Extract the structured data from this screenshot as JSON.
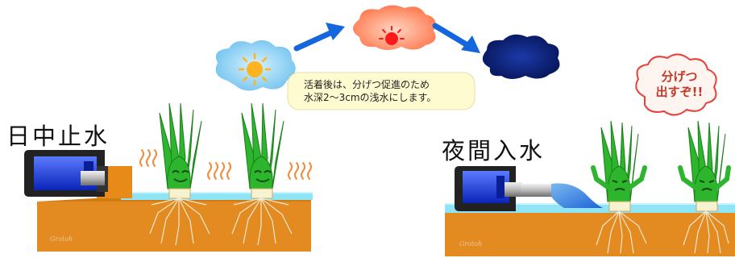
{
  "left_panel": {
    "title": "日中止水",
    "signature": "Grotoh"
  },
  "right_panel": {
    "title": "夜間入水",
    "signature": "Grotoh",
    "bubble": [
      "分げつ",
      "出すぞ!!"
    ]
  },
  "note": {
    "lines": [
      "活着後は、分げつ促進のため",
      "水深2～3cmの浅水にします。"
    ]
  },
  "colors": {
    "soil": "#e38a20",
    "water": "#8fe4f6",
    "pump_body": "#1f3fd8",
    "grass": "#2db52d",
    "sky_day": "#8fd0f3",
    "sky_sunset": "#ff8f5a",
    "sky_night": "#0a1b6b",
    "arrow": "#1466dc",
    "note_bg": "#fffbd0"
  },
  "icons": [
    "sun-icon",
    "sunset-icon",
    "moon-icon",
    "arrow-icon",
    "heat-wave-icon",
    "pump-icon",
    "rice-plant-icon"
  ]
}
